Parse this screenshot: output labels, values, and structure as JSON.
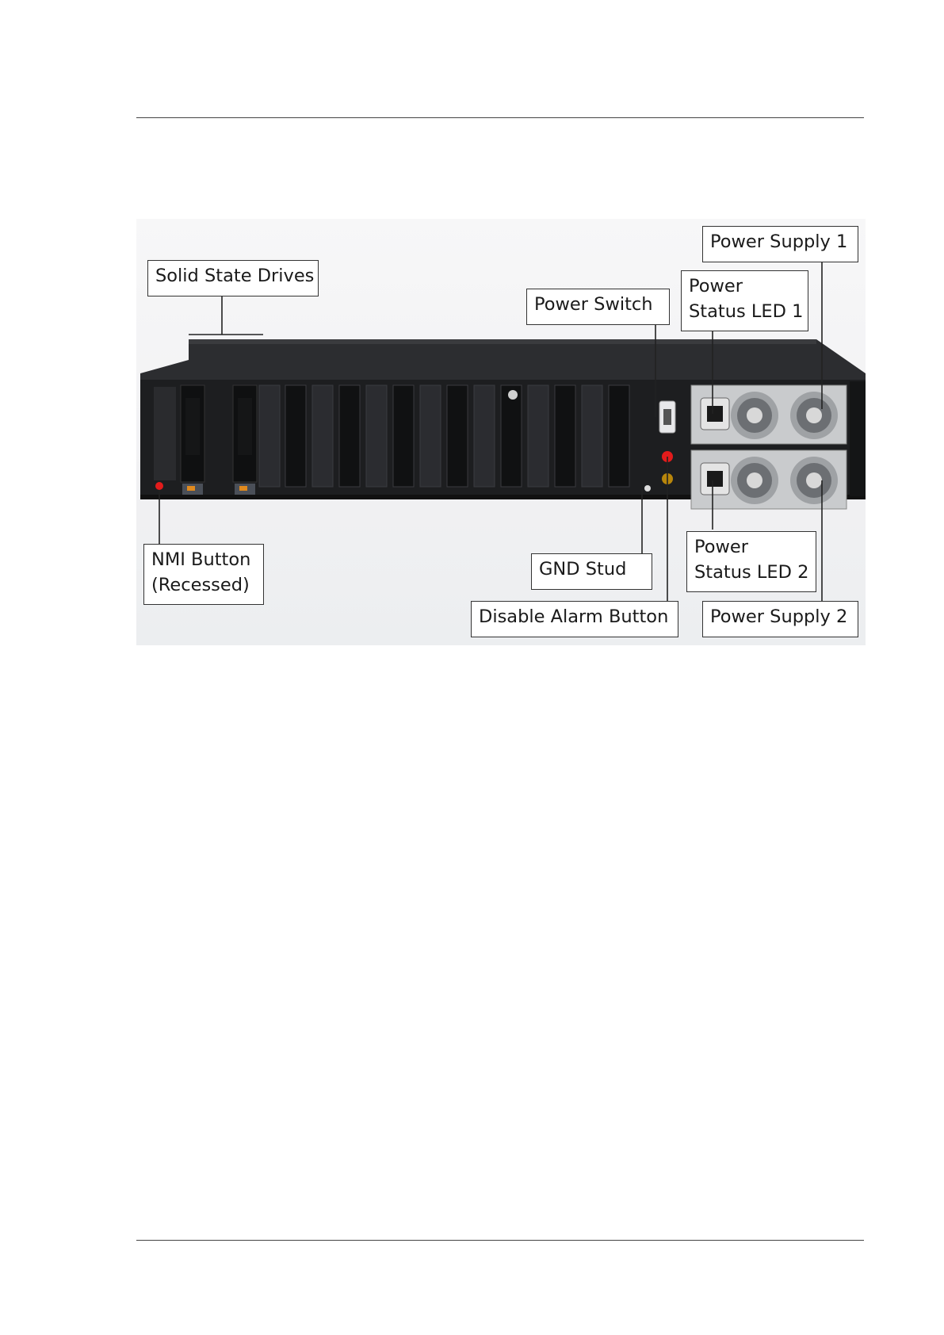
{
  "figure": {
    "labels": {
      "solid_state_drives": "Solid State Drives",
      "power_switch": "Power Switch",
      "power_status_led_1_line1": "Power",
      "power_status_led_1_line2": "Status LED 1",
      "power_supply_1": "Power Supply 1",
      "nmi_button_line1": "NMI Button",
      "nmi_button_line2": "(Recessed)",
      "gnd_stud": "GND Stud",
      "disable_alarm_button": "Disable Alarm Button",
      "power_status_led_2_line1": "Power",
      "power_status_led_2_line2": "Status LED 2",
      "power_supply_2": "Power Supply 2"
    },
    "colors": {
      "chassis": "#1d1e20",
      "chassis_top": "#2a2b2e",
      "led_red": "#e21b1b",
      "psu_silver": "#c9cbcd"
    }
  }
}
